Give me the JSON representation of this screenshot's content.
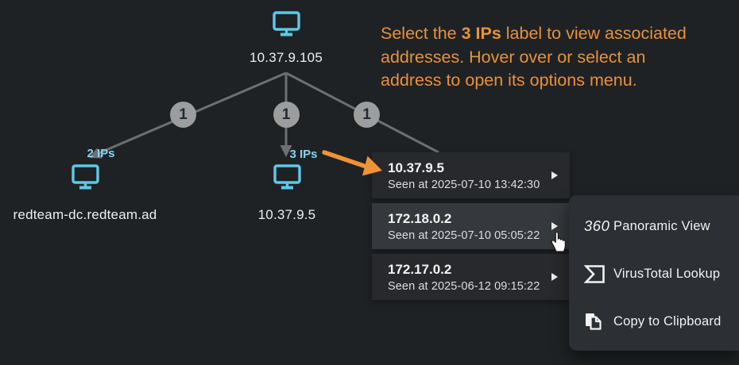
{
  "instruction": {
    "line1_prefix": "Select the ",
    "line1_bold": "3 IPs",
    "line1_suffix": " label to view associated",
    "line2": "addresses. Hover over or select an",
    "line3": "address to open its options menu."
  },
  "graph": {
    "root": {
      "label": "10.37.9.105",
      "icon": "monitor-icon"
    },
    "edge_badges": [
      {
        "count": "1"
      },
      {
        "count": "1"
      },
      {
        "count": "1"
      }
    ],
    "children": [
      {
        "count_label": "2 IPs",
        "label": "redteam-dc.redteam.ad",
        "icon": "monitor-icon"
      },
      {
        "count_label": "3 IPs",
        "label": "10.37.9.5",
        "icon": "monitor-icon"
      }
    ]
  },
  "ip_menu": {
    "items": [
      {
        "ip": "10.37.9.5",
        "seen": "Seen at 2025-07-10 13:42:30",
        "icon": "chevron-right-icon"
      },
      {
        "ip": "172.18.0.2",
        "seen": "Seen at 2025-07-10 05:05:22",
        "icon": "chevron-right-icon",
        "hovered": true
      },
      {
        "ip": "172.17.0.2",
        "seen": "Seen at 2025-06-12 09:15:22",
        "icon": "chevron-right-icon"
      }
    ]
  },
  "options_menu": {
    "items": [
      {
        "icon": "360-icon",
        "icon_text": "360",
        "label": "Panoramic View"
      },
      {
        "icon": "virustotal-icon",
        "label": "VirusTotal Lookup"
      },
      {
        "icon": "copy-icon",
        "label": "Copy to Clipboard"
      }
    ]
  },
  "colors": {
    "background": "#1f2224",
    "accent_orange": "#e8913b",
    "arrow_orange": "#ef9338",
    "node_cyan": "#5dc9e9",
    "count_label_blue": "#84d4f2",
    "edge_gray": "#6d7073",
    "badge_gray": "#9c9d9e",
    "menu_row": "#27292c",
    "menu_row_hover": "#35383c",
    "submenu": "#2c2f33"
  }
}
